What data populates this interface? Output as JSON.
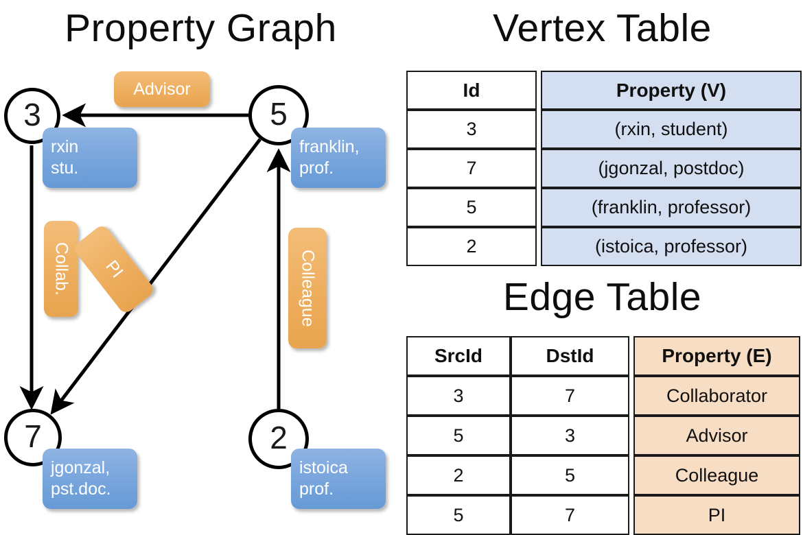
{
  "titles": {
    "property_graph": "Property Graph",
    "vertex_table": "Vertex Table",
    "edge_table": "Edge Table"
  },
  "graph": {
    "nodes": [
      {
        "id": "3",
        "label": "3",
        "prop_line1": "rxin",
        "prop_line2": "stu."
      },
      {
        "id": "5",
        "label": "5",
        "prop_line1": "franklin,",
        "prop_line2": "prof."
      },
      {
        "id": "7",
        "label": "7",
        "prop_line1": "jgonzal,",
        "prop_line2": "pst.doc."
      },
      {
        "id": "2",
        "label": "2",
        "prop_line1": "istoica",
        "prop_line2": "prof."
      }
    ],
    "edge_labels": {
      "advisor": "Advisor",
      "collab": "Collab.",
      "pi": "PI",
      "colleague": "Colleague"
    }
  },
  "vertex_table": {
    "headers": [
      "Id",
      "Property (V)"
    ],
    "rows": [
      {
        "id": "3",
        "property": "(rxin, student)"
      },
      {
        "id": "7",
        "property": "(jgonzal, postdoc)"
      },
      {
        "id": "5",
        "property": "(franklin, professor)"
      },
      {
        "id": "2",
        "property": "(istoica, professor)"
      }
    ]
  },
  "edge_table": {
    "headers": [
      "SrcId",
      "DstId",
      "Property (E)"
    ],
    "rows": [
      {
        "src": "3",
        "dst": "7",
        "property": "Collaborator"
      },
      {
        "src": "5",
        "dst": "3",
        "property": "Advisor"
      },
      {
        "src": "2",
        "dst": "5",
        "property": "Colleague"
      },
      {
        "src": "5",
        "dst": "7",
        "property": "PI"
      }
    ]
  },
  "colors": {
    "vertex_property_fill": "#d3def0",
    "edge_property_fill": "#f7ddc3",
    "node_property_box": "#7ba7dd",
    "edge_label_box": "#eeaf60",
    "stroke": "#000000"
  }
}
